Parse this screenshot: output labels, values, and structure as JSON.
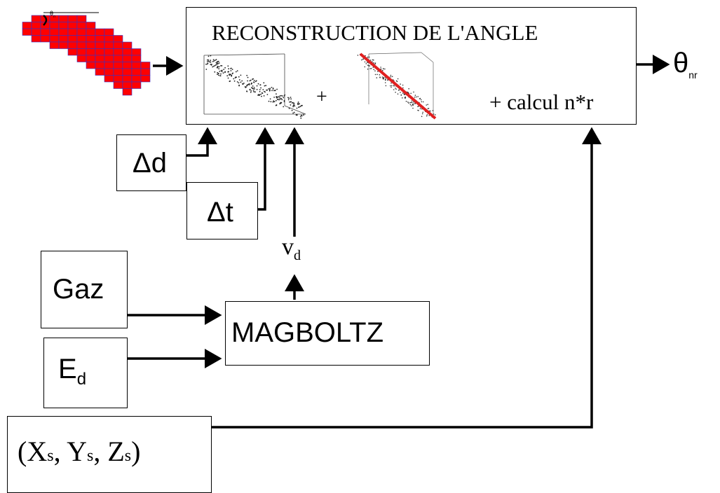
{
  "main_box": {
    "title": "RECONSTRUCTION DE L'ANGLE",
    "plus": "+",
    "calcul": "+ calcul n*r"
  },
  "output": {
    "symbol": "θ",
    "subscript": "nr"
  },
  "track_icon": {
    "symbol": "θ",
    "subscript": "n"
  },
  "inputs": {
    "delta_d": "Δd",
    "delta_t": "Δt",
    "v_d": {
      "symbol": "v",
      "subscript": "d"
    },
    "gaz": "Gaz",
    "e_d": {
      "symbol": "E",
      "subscript": "d"
    },
    "coords": {
      "open": "(X",
      "s1": "s",
      "y": ", Y",
      "s2": "s",
      "z": ", Z",
      "s3": "s",
      "close": ")"
    }
  },
  "magboltz": {
    "label": "MAGBOLTZ"
  },
  "colors": {
    "track_fill": "#ff0000",
    "track_grid": "#3333cc",
    "fit_line": "#e02020",
    "line": "#000000"
  }
}
